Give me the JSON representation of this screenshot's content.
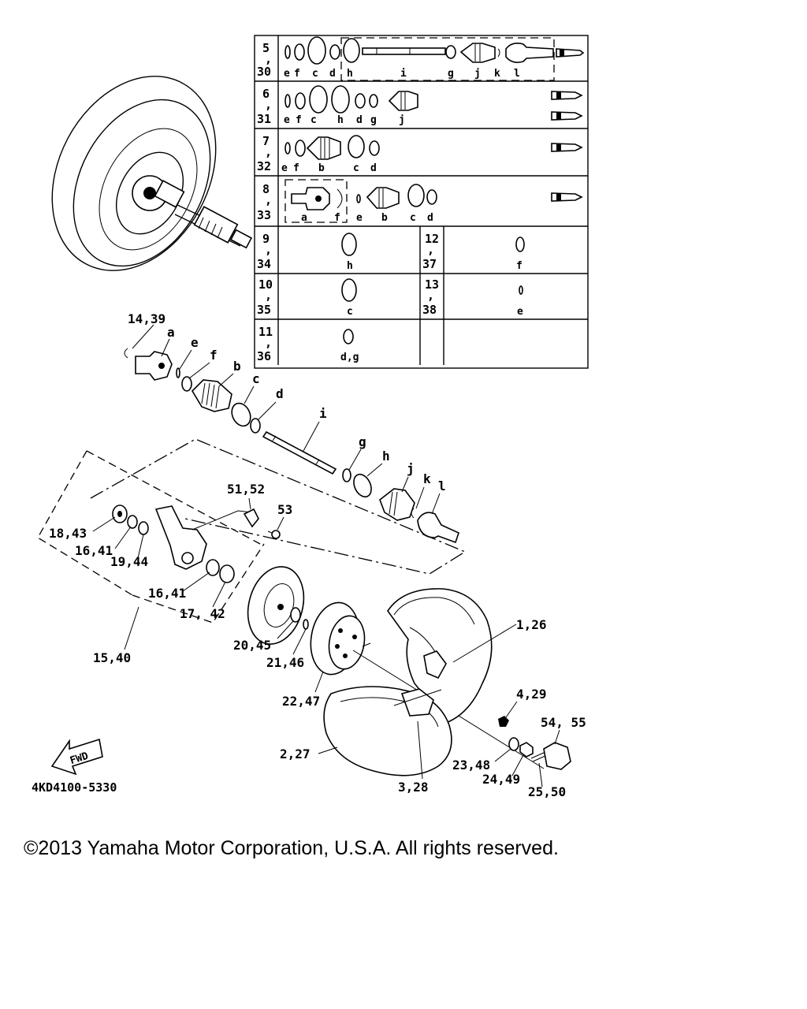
{
  "drawing_code": "4KD4100-5330",
  "copyright": "©2013 Yamaha Motor Corporation, U.S.A. All rights reserved.",
  "fwd_label": "FWD",
  "table": {
    "rows": [
      {
        "ref": [
          "5",
          "30"
        ],
        "letters": [
          "e",
          "f",
          "c",
          "d",
          "h",
          "i",
          "g",
          "j",
          "k",
          "l"
        ]
      },
      {
        "ref": [
          "6",
          "31"
        ],
        "letters": [
          "e",
          "f",
          "c",
          "h",
          "d",
          "g",
          "j"
        ]
      },
      {
        "ref": [
          "7",
          "32"
        ],
        "letters": [
          "e",
          "f",
          "b",
          "c",
          "d"
        ]
      },
      {
        "ref": [
          "8",
          "33"
        ],
        "letters": [
          "a",
          "f",
          "e",
          "b",
          "c",
          "d"
        ]
      },
      {
        "ref": [
          "9",
          "34"
        ],
        "letters": [
          "h"
        ],
        "ref2": [
          "12",
          "37"
        ],
        "letters2": [
          "f"
        ]
      },
      {
        "ref": [
          "10",
          "35"
        ],
        "letters": [
          "c"
        ],
        "ref2": [
          "13",
          "38"
        ],
        "letters2": [
          "e"
        ]
      },
      {
        "ref": [
          "11",
          "36"
        ],
        "letters": [
          "d,g"
        ]
      }
    ]
  },
  "callouts": {
    "c14_39": "14,39",
    "a": "a",
    "e": "e",
    "f": "f",
    "b": "b",
    "c": "c",
    "d": "d",
    "i": "i",
    "g": "g",
    "h": "h",
    "j": "j",
    "k": "k",
    "l": "l",
    "c51_52": "51,52",
    "c53": "53",
    "c18_43": "18,43",
    "c16_41a": "16,41",
    "c19_44": "19,44",
    "c16_41b": "16,41",
    "c17_42": "17, 42",
    "c15_40": "15,40",
    "c20_45": "20,45",
    "c21_46": "21,46",
    "c22_47": "22,47",
    "c1_26": "1,26",
    "c4_29": "4,29",
    "c54_55": "54, 55",
    "c2_27": "2,27",
    "c23_48": "23,48",
    "c24_49": "24,49",
    "c25_50": "25,50",
    "c3_28": "3,28"
  }
}
